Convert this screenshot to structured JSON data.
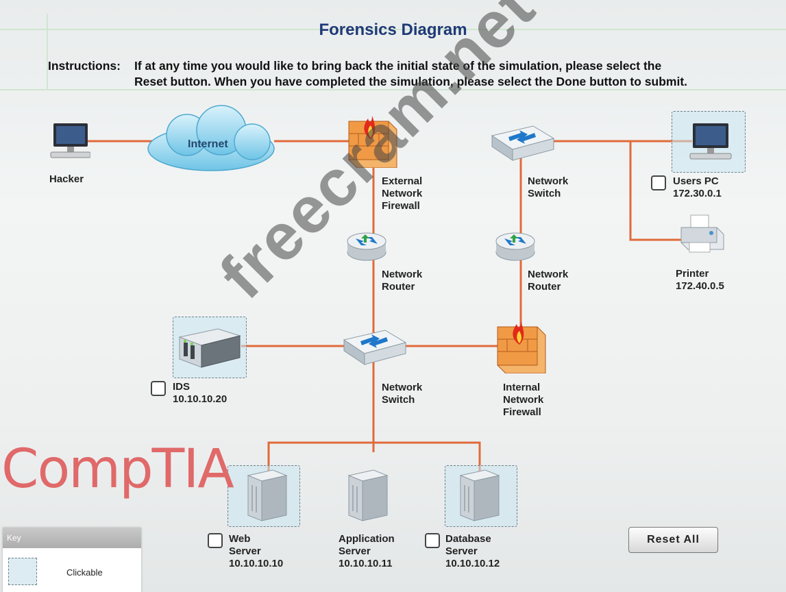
{
  "title": "Forensics Diagram",
  "instructions": {
    "label": "Instructions:",
    "line1": "If at any time you would like to bring back the initial state of the simulation, please select the",
    "line2": "Reset button. When you have completed the simulation, please select the Done button to submit."
  },
  "nodes": {
    "hacker": {
      "l1": "Hacker"
    },
    "internet": {
      "l1": "Internet"
    },
    "ext_firewall": {
      "l1": "External",
      "l2": "Network",
      "l3": "Firewall"
    },
    "switch_top": {
      "l1": "Network",
      "l2": "Switch"
    },
    "users_pc": {
      "l1": "Users PC",
      "l2": "172.30.0.1"
    },
    "printer": {
      "l1": "Printer",
      "l2": "172.40.0.5"
    },
    "router_left": {
      "l1": "Network",
      "l2": "Router"
    },
    "router_right": {
      "l1": "Network",
      "l2": "Router"
    },
    "ids": {
      "l1": "IDS",
      "l2": "10.10.10.20"
    },
    "switch_mid": {
      "l1": "Network",
      "l2": "Switch"
    },
    "int_firewall": {
      "l1": "Internal",
      "l2": "Network",
      "l3": "Firewall"
    },
    "web_server": {
      "l1": "Web",
      "l2": "Server",
      "l3": "10.10.10.10"
    },
    "app_server": {
      "l1": "Application",
      "l2": "Server",
      "l3": "10.10.10.11"
    },
    "db_server": {
      "l1": "Database",
      "l2": "Server",
      "l3": "10.10.10.12"
    }
  },
  "key": {
    "header": "Key",
    "clickable": "Clickable"
  },
  "reset_label": "Reset All",
  "logo": "CompTIA",
  "watermark": "freecram.net",
  "colors": {
    "wire": "#e06a3a",
    "title": "#1f3a78",
    "logo": "#e06969"
  },
  "icons": {
    "hacker": "computer-icon",
    "internet": "cloud-icon",
    "firewall": "firewall-icon",
    "switch": "switch-icon",
    "router": "router-icon",
    "printer": "printer-icon",
    "server": "server-icon"
  }
}
